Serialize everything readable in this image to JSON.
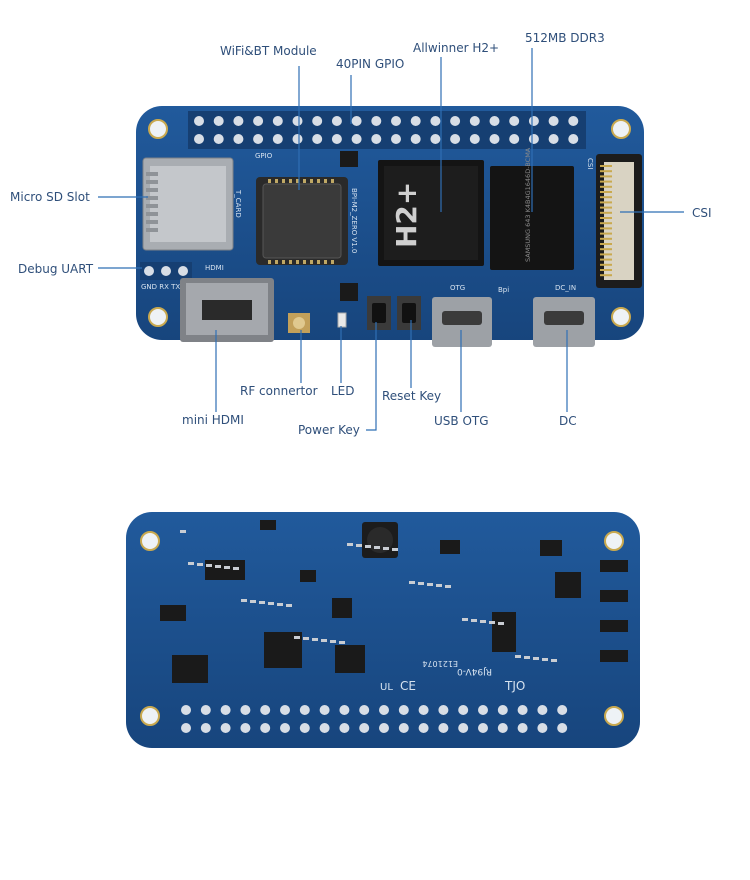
{
  "labels": {
    "wifi_bt": "WiFi&BT Module",
    "gpio40": "40PIN GPIO",
    "allwinner": "Allwinner H2+",
    "ddr3": "512MB DDR3",
    "micro_sd": "Micro SD Slot",
    "csi": "CSI",
    "debug_uart": "Debug UART",
    "rf": "RF connertor",
    "led": "LED",
    "reset_key": "Reset Key",
    "mini_hdmi": "mini HDMI",
    "power_key": "Power Key",
    "usb_otg": "USB OTG",
    "dc": "DC"
  },
  "board_text": {
    "gpio": "GPIO",
    "h2": "H2+",
    "bpi": "Bpi",
    "hdmi": "HDMI",
    "tcard": "T_CARD",
    "otg": "OTG",
    "dc_in": "DC_IN",
    "csi": "CSI",
    "uart": "GND  RX  TX",
    "model": "BPI-M2_ZERO V1.0",
    "samsung": "SAMSUNG 643 K4B4G1646D-BCMA",
    "bot_code": "RJ94V-0",
    "bot_id": "E121074",
    "bot_n": "TJO",
    "bot_ul": "UL",
    "bot_ce": "CE"
  },
  "colors": {
    "pcb": "#1c4f8c",
    "pcb_dark": "#163f72",
    "label_text": "#2f4f7a",
    "leader_line": "#2f6fb5",
    "chip": "#141414",
    "metal": "#b9bcc0",
    "pad": "#d8dee6"
  }
}
